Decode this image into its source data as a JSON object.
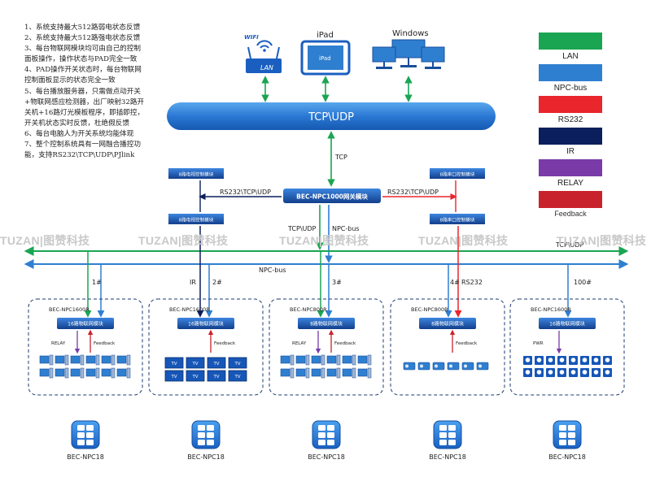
{
  "notes": [
    "1、系统支持最大512路弱电状态反馈",
    "2、系统支持最大512路强电状态反馈",
    "3、每台物联网模块均可由自己的控制",
    "面板操作，操作状态与PAD完全一致",
    "4、PAD操作开关状态时，每台物联网",
    "控制面板显示的状态完全一致",
    "5、每台播放服务器，只需做点动开关",
    "+物联网感应检测器，出厂映射32路开",
    "关机+16路灯光模板程序，即插即控，",
    "开关机状态实时反馈，杜绝假反馈",
    "6、每台电脑人为开关系统均能体现",
    "7、整个控制系统具有一网融合播控功",
    "能，支持RS232\\TCP\\UDP\\PJlink"
  ],
  "legend": [
    {
      "label": "LAN",
      "color": "#1aa552"
    },
    {
      "label": "NPC-bus",
      "color": "#2f7fd0"
    },
    {
      "label": "RS232",
      "color": "#e8262b"
    },
    {
      "label": "IR",
      "color": "#0b1f5c"
    },
    {
      "label": "RELAY",
      "color": "#7a3aa8"
    },
    {
      "label": "Feedback",
      "color": "#c8232c"
    }
  ],
  "top_devices": {
    "wifi_label": "WIFI",
    "lan_label": "LAN",
    "ipad_caption": "iPad",
    "ipad_screen": "iPad",
    "windows_caption": "Windows"
  },
  "tcp_bar": "TCP\\UDP",
  "gateway": {
    "label": "BEC-NPC1000网关模块",
    "link_left": "RS232\\TCP\\UDP",
    "link_right": "RS232\\TCP\\UDP",
    "tcp": "TCP",
    "tcp_udp": "TCP\\UDP",
    "npc_bus": "NPC-bus"
  },
  "side_modules": {
    "left_top": "8路电视控制模块",
    "left_bottom": "8路电视控制模块",
    "right_top": "8路串口控制模块",
    "right_bottom": "8路串口控制模块"
  },
  "watermark": "TUZAN|图赞科技",
  "bus": {
    "tcp_udp": "TCP\\UDP",
    "npc_bus": "NPC-bus"
  },
  "drop_labels": {
    "d1": "1#",
    "ir": "IR",
    "d2": "2#",
    "d3": "3#",
    "d4": "4#",
    "rs232": "RS232",
    "d100": "100#"
  },
  "groups": [
    {
      "model": "BEC-NPC1600R",
      "module": "16路物联网模块",
      "relay": "RELAY",
      "feedback": "Feedback",
      "panel": "BEC-NPC18",
      "devices": "pc"
    },
    {
      "model": "BEC-NPC1600B",
      "module": "16路物联网模块",
      "relay": "",
      "feedback": "Feedback",
      "panel": "BEC-NPC18",
      "devices": "tv"
    },
    {
      "model": "BEC-NPC800R",
      "module": "8路物联网模块",
      "relay": "RELAY",
      "feedback": "Feedback",
      "panel": "BEC-NPC18",
      "devices": "pc"
    },
    {
      "model": "BEC-NPC800B",
      "module": "8路物联网模块",
      "relay": "",
      "feedback": "Feedback",
      "panel": "BEC-NPC18",
      "devices": "proj"
    },
    {
      "model": "BEC-NPC1600R",
      "module": "16路物联网模块",
      "relay": "PWR",
      "feedback": "",
      "panel": "BEC-NPC18",
      "devices": "light"
    }
  ],
  "tv_label": "TV"
}
